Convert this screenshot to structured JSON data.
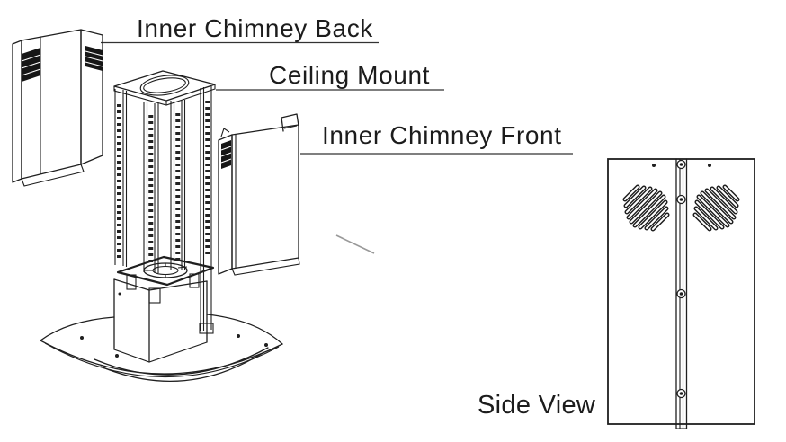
{
  "colors": {
    "background": "#ffffff",
    "line": "#1f1f1f",
    "leader_line": "#333333",
    "stray_mark": "#999999"
  },
  "labels": {
    "inner_chimney_back": "Inner Chimney Back",
    "ceiling_mount": "Ceiling Mount",
    "inner_chimney_front": "Inner Chimney Front",
    "side_view": "Side View"
  },
  "figure": {
    "type": "exploded-parts-line-diagram",
    "parts_labeled": [
      "Inner Chimney Back",
      "Ceiling Mount",
      "Inner Chimney Front"
    ],
    "views": [
      "assembly view",
      "Side View"
    ]
  }
}
